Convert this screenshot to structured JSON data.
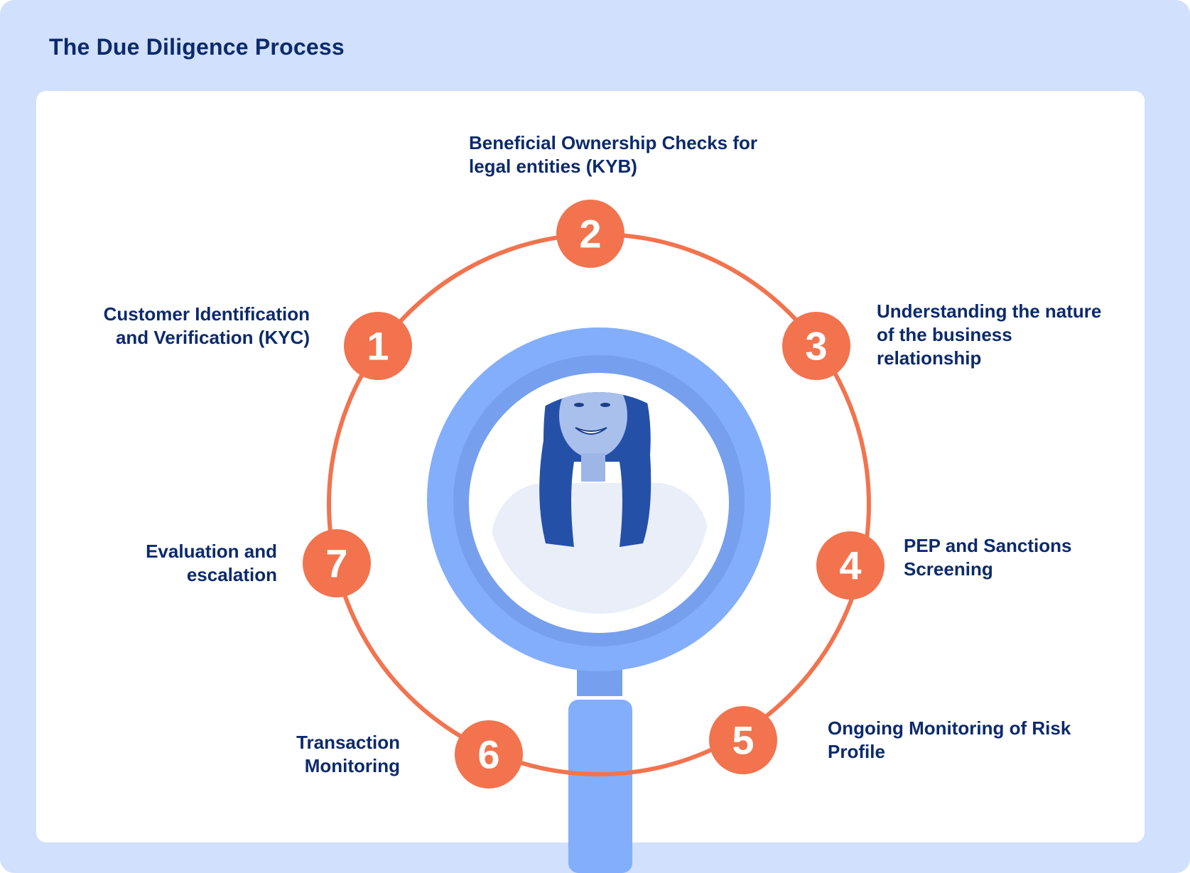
{
  "title": "The Due Diligence Process",
  "colors": {
    "frame": "#d1e0fc",
    "card": "#ffffff",
    "ring": "#f2734e",
    "step_circle": "#f2734e",
    "text": "#0c2a6b",
    "magnifier": "#83aefb",
    "magnifier_dark": "#76a0ee",
    "photo_tint": "#2f5fbe"
  },
  "icons": [
    "magnifying-glass-icon",
    "person-photo"
  ],
  "steps": [
    {
      "number": "1",
      "label_line1": "Customer Identification",
      "label_line2": "and Verification (KYC)",
      "label_line3": ""
    },
    {
      "number": "2",
      "label_line1": "Beneficial Ownership Checks for",
      "label_line2": "legal entities (KYB)",
      "label_line3": ""
    },
    {
      "number": "3",
      "label_line1": "Understanding the nature",
      "label_line2": "of the business",
      "label_line3": "relationship"
    },
    {
      "number": "4",
      "label_line1": "PEP and Sanctions",
      "label_line2": "Screening",
      "label_line3": ""
    },
    {
      "number": "5",
      "label_line1": "Ongoing Monitoring of Risk",
      "label_line2": "Profile",
      "label_line3": ""
    },
    {
      "number": "6",
      "label_line1": "Transaction",
      "label_line2": "Monitoring",
      "label_line3": ""
    },
    {
      "number": "7",
      "label_line1": "Evaluation and",
      "label_line2": "escalation",
      "label_line3": ""
    }
  ]
}
